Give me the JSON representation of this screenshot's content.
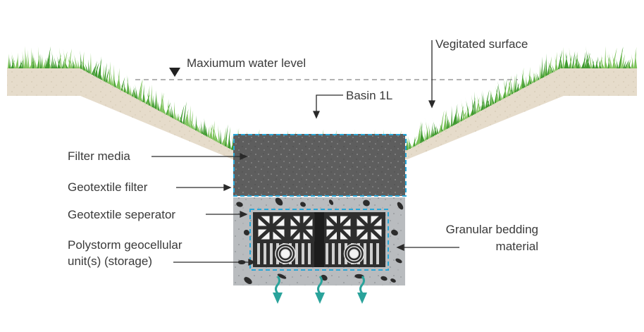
{
  "labels": {
    "max_water_level": "Maxiumum water level",
    "vegetated_surface": "Vegitated surface",
    "basin": "Basin 1L",
    "filter_media": "Filter media",
    "geotextile_filter": "Geotextile filter",
    "geotextile_separator": "Geotextile seperator",
    "polystorm_line1": "Polystorm geocellular",
    "polystorm_line2": "unit(s) (storage)",
    "granular_line1": "Granular bedding",
    "granular_line2": "material"
  },
  "colors": {
    "soil": "#e6dccb",
    "grass": "#3f9a2e",
    "grass_light": "#7cc25a",
    "filter_media": "#5e5e5e",
    "bedding": "#b9bcbf",
    "storage_unit": "#2e2e2e",
    "dashed_outline": "#2aa6d6",
    "arrow_teal": "#2aa39b",
    "leader_line": "#2a2a2a",
    "water_line": "#9a9a9a"
  },
  "icons": {
    "water_level_marker": "down-triangle-icon",
    "infiltration_arrow": "down-arrow-icon"
  }
}
